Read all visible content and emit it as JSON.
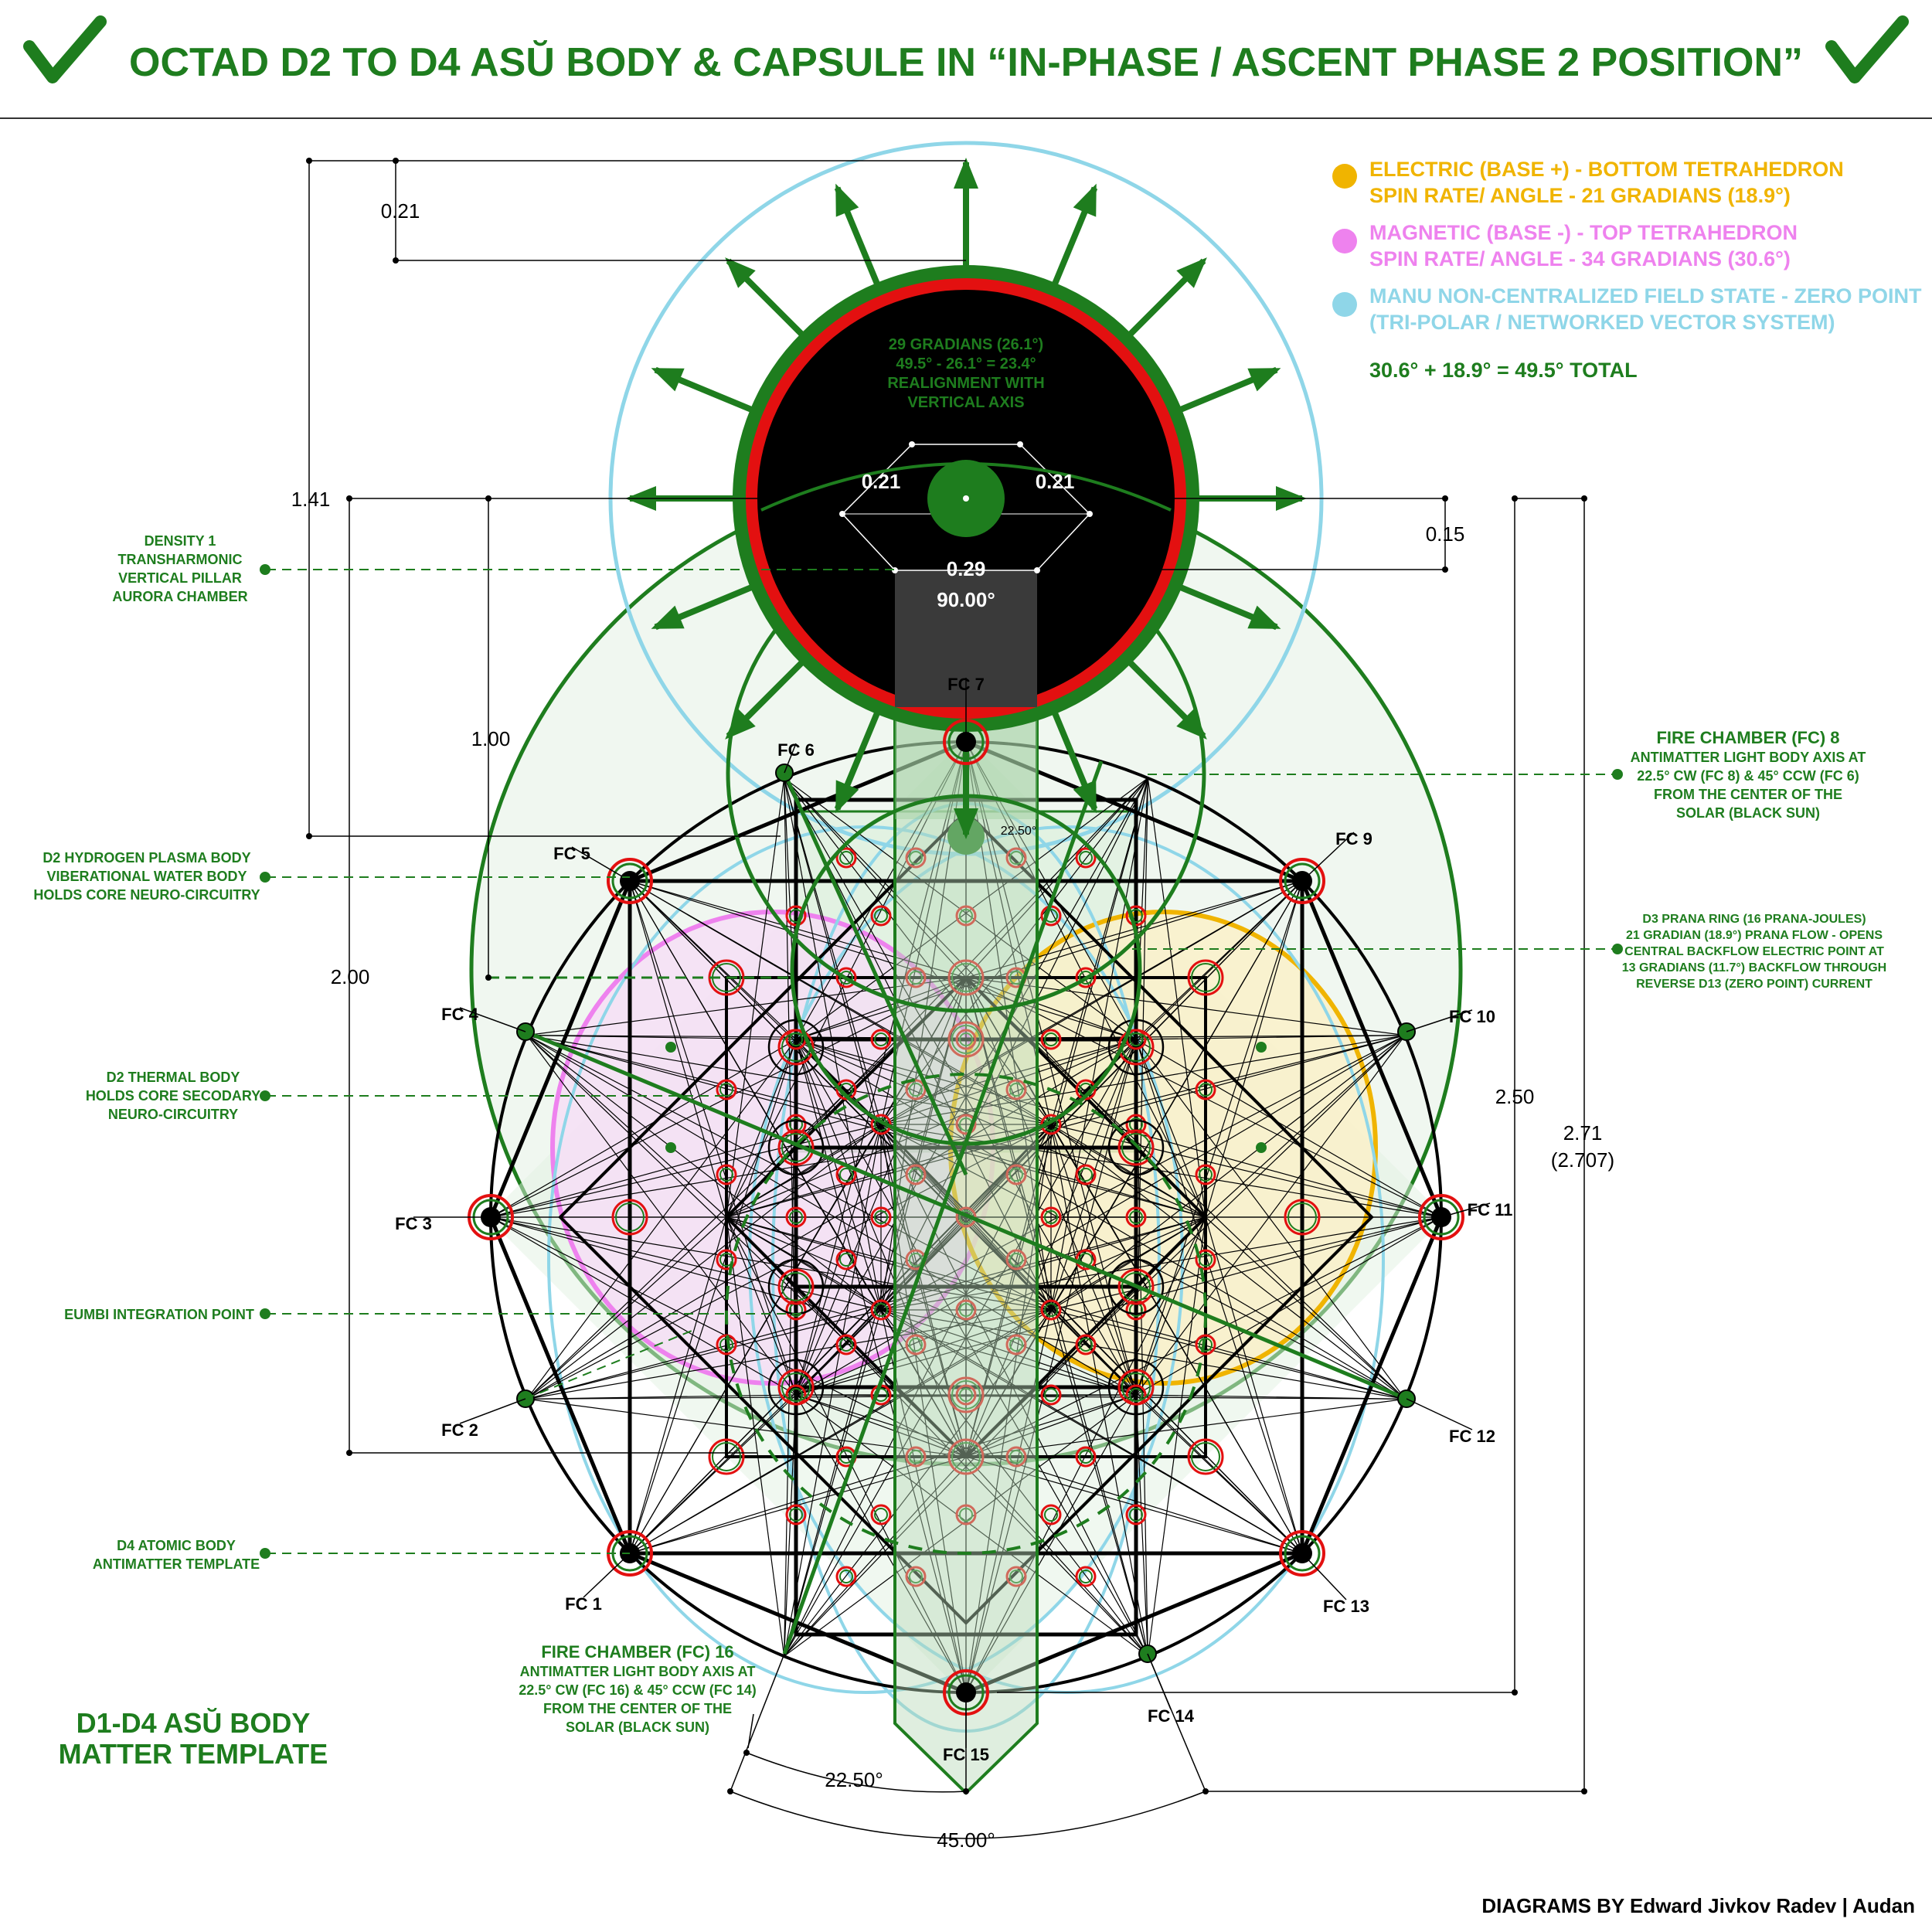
{
  "title": "OCTAD D2 TO D4 ASŬ BODY & CAPSULE IN “IN-PHASE / ASCENT PHASE 2 POSITION”",
  "colors": {
    "green": "#1e7d1e",
    "electric": "#f0b400",
    "magnetic": "#ee82ee",
    "manu": "#8fd6e8",
    "red": "#e31010",
    "black": "#000000"
  },
  "icons": [
    "check-icon",
    "check-icon"
  ],
  "legend": {
    "electric": [
      "ELECTRIC (BASE +) - BOTTOM TETRAHEDRON",
      "SPIN RATE/ ANGLE - 21 GRADIANS (18.9°)"
    ],
    "magnetic": [
      "MAGNETIC (BASE -) - TOP TETRAHEDRON",
      "SPIN RATE/ ANGLE - 34 GRADIANS (30.6°)"
    ],
    "manu": [
      "MANU NON-CENTRALIZED FIELD STATE - ZERO POINT",
      "(TRI-POLAR / NETWORKED VECTOR SYSTEM)"
    ],
    "total": "30.6° + 18.9° = 49.5° TOTAL"
  },
  "sun_text": [
    "29 GRADIANS (26.1°)",
    "49.5° - 26.1° = 23.4°",
    "REALIGNMENT WITH",
    "VERTICAL AXIS"
  ],
  "dimensions": {
    "d021_top": "0.21",
    "d141": "1.41",
    "d100": "1.00",
    "d200": "2.00",
    "d015": "0.15",
    "d250": "2.50",
    "d271": "2.71",
    "d2707": "(2.707)",
    "sun_l": "0.21",
    "sun_r": "0.21",
    "d029": "0.29",
    "d90": "90.00°",
    "d2250": "22.50°",
    "d4500": "45.00°",
    "d2250_small": "22.50°"
  },
  "fire_chambers": [
    "FC 1",
    "FC 2",
    "FC 3",
    "FC 4",
    "FC 5",
    "FC 6",
    "FC 7",
    "FC 9",
    "FC 10",
    "FC 11",
    "FC 12",
    "FC 13",
    "FC 14",
    "FC 15"
  ],
  "left_labels": {
    "density1": [
      "DENSITY 1",
      "TRANSHARMONIC",
      "VERTICAL PILLAR",
      "AURORA CHAMBER"
    ],
    "hydrogen": [
      "D2 HYDROGEN PLASMA BODY",
      "VIBERATIONAL WATER BODY",
      "HOLDS CORE NEURO-CIRCUITRY"
    ],
    "thermal": [
      "D2 THERMAL BODY",
      "HOLDS CORE SECODARY",
      "NEURO-CIRCUITRY"
    ],
    "eumbi": "EUMBI INTEGRATION POINT",
    "atomic": [
      "D4 ATOMIC BODY",
      "ANTIMATTER TEMPLATE"
    ]
  },
  "right_labels": {
    "fc8": [
      "FIRE CHAMBER (FC) 8",
      "ANTIMATTER LIGHT BODY AXIS AT",
      "22.5° CW (FC 8) & 45° CCW (FC 6)",
      "FROM THE CENTER OF THE",
      "SOLAR (BLACK SUN)"
    ],
    "d3prana": [
      "D3 PRANA RING (16 PRANA-JOULES)",
      "21 GRADIAN (18.9°) PRANA FLOW - OPENS",
      "CENTRAL BACKFLOW ELECTRIC POINT AT",
      "13 GRADIANS (11.7°) BACKFLOW THROUGH",
      "REVERSE D13 (ZERO POINT) CURRENT"
    ]
  },
  "fc16": [
    "FIRE CHAMBER (FC) 16",
    "ANTIMATTER LIGHT BODY AXIS AT",
    "22.5° CW (FC 16) & 45° CCW (FC 14)",
    "FROM THE CENTER OF THE",
    "SOLAR (BLACK SUN)"
  ],
  "template_title": [
    "D1-D4 ASŬ BODY",
    "MATTER TEMPLATE"
  ],
  "credit": "DIAGRAMS BY Edward Jivkov Radev | Audan"
}
